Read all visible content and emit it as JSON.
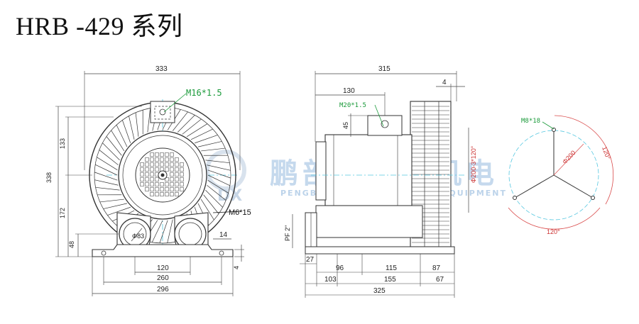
{
  "title": "HRB -429 系列",
  "watermark": {
    "chinese": "鹏部鑫国际机电",
    "english": "PENGBUXIN INTERNATIONAL EQUIPMENT",
    "logo_text": "DX"
  },
  "front_view": {
    "width_total": "333",
    "height_total": "338",
    "height_upper": "133",
    "height_lower": "172",
    "height_base": "48",
    "base_thickness": "4",
    "hole_spacing": "120",
    "base_inner": "260",
    "base_outer": "296",
    "foot_width": "14",
    "port_diameter": "Φ83",
    "thread_top": "M16*1.5",
    "thread_side": "M6*15"
  },
  "side_view": {
    "length_total": "315",
    "length_motor": "130",
    "gap_right": "4",
    "height_box": "45",
    "flange_dia": "Φ200-3*120°",
    "pf": "PF 2\"",
    "thread_box": "M20*1.5",
    "seg_27": "27",
    "seg_96": "96",
    "seg_115": "115",
    "seg_87": "87",
    "seg_103": "103",
    "seg_155": "155",
    "seg_67": "67",
    "base_length": "325"
  },
  "flange_view": {
    "thread": "M8*18",
    "pcd": "Φ200",
    "angle_top": "120°",
    "angle_bottom": "120°"
  },
  "colors": {
    "line": "#333333",
    "dimension": "#444444",
    "centerline": "#55c7e0",
    "thread_label": "#1a9a3a",
    "flange_arc": "#d94a4a",
    "watermark": "#bcd3ea"
  }
}
